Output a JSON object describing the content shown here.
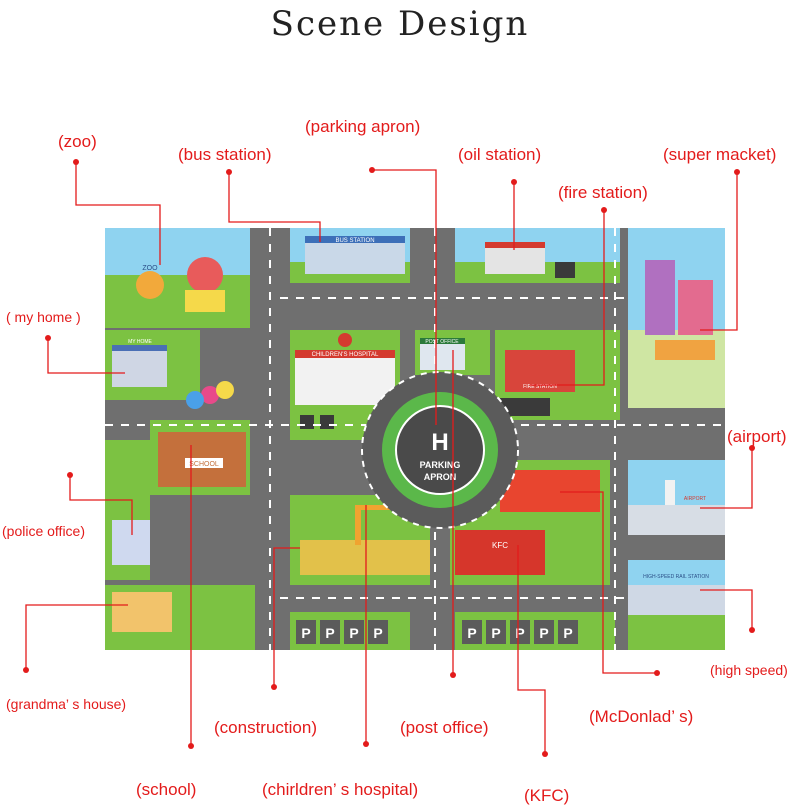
{
  "title": "Scene Design",
  "labels": {
    "zoo": "(zoo)",
    "bus_station": "(bus station)",
    "parking_apron": "(parking apron)",
    "oil_station": "(oil station)",
    "super_market": "(super macket)",
    "fire_station": "(fire station)",
    "my_home": "( my home )",
    "airport": "(airport)",
    "police_office": "(police office)",
    "grandmas_house": "(grandma’ s house)",
    "high_speed": "(high speed)",
    "construction": "(construction)",
    "post_office": "(post office)",
    "mcdonalds": "(McDonlad’ s)",
    "school": "(school)",
    "childrens_hospital": "(chirldren’ s hospital)",
    "kfc": "(KFC)"
  },
  "signs": {
    "bus_station": "BUS STATION",
    "childrens_hospital": "CHILDREN'S HOSPITAL",
    "post_office": "POST OFFICE",
    "fire_station": "FIRE STATION",
    "school": "SCHOOL",
    "kfc": "KFC",
    "high_speed": "HIGH-SPEED RAIL STATION",
    "airport": "AIRPORT",
    "my_home": "MY HOME",
    "zoo": "ZOO",
    "helipad_letter": "H",
    "helipad_line1": "PARKING",
    "helipad_line2": "APRON",
    "parking_letter": "P"
  },
  "colors": {
    "label_red": "#e31b1b",
    "road": "#5b5b5b",
    "grass": "#7cc242",
    "sky": "#8fd3f0",
    "helipad_green": "#5bb84a"
  }
}
